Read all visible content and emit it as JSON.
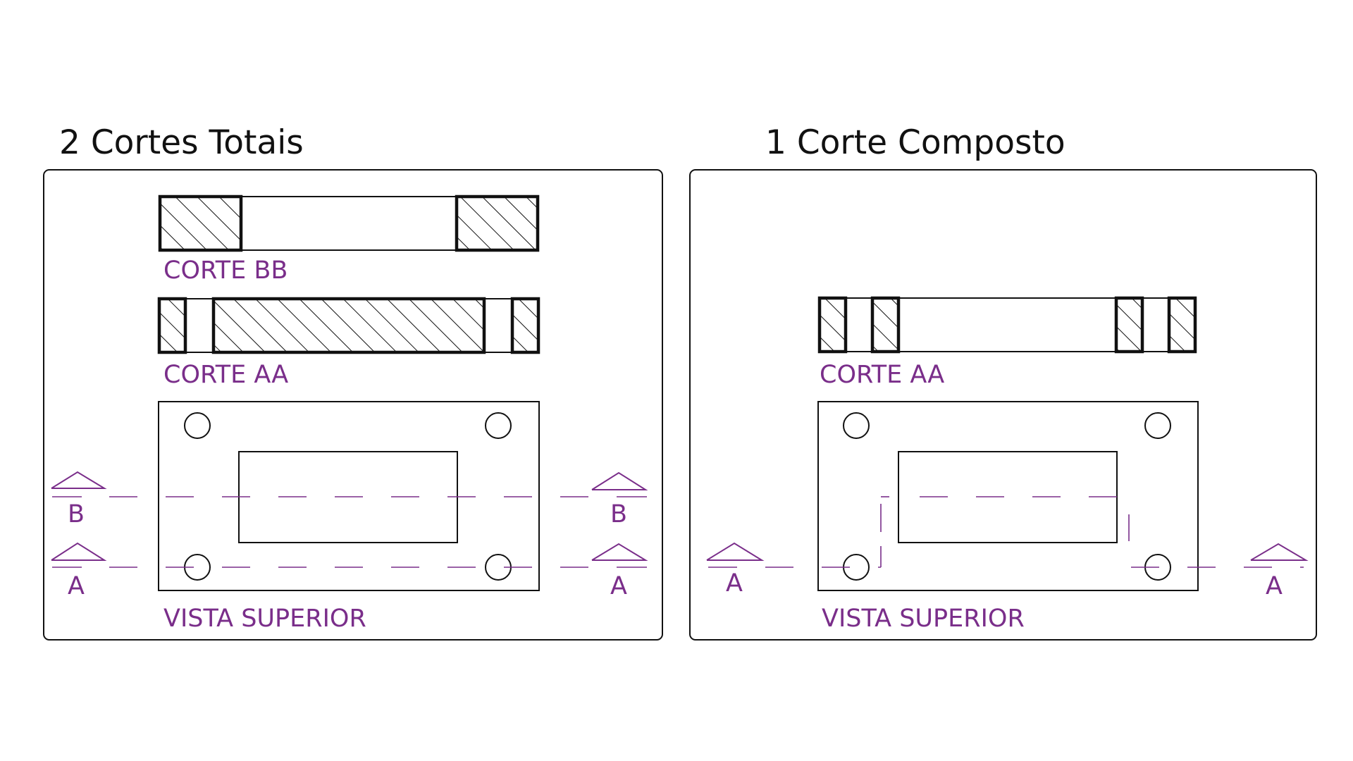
{
  "left_panel": {
    "title": "2 Cortes Totais",
    "labels": {
      "corte_bb": "CORTE BB",
      "corte_aa": "CORTE AA",
      "vista_superior": "VISTA SUPERIOR"
    },
    "cut_letters": {
      "b_left": "B",
      "b_right": "B",
      "a_left": "A",
      "a_right": "A"
    }
  },
  "right_panel": {
    "title": "1 Corte Composto",
    "labels": {
      "corte_aa": "CORTE AA",
      "vista_superior": "VISTA SUPERIOR"
    },
    "cut_letters": {
      "a_left": "A",
      "a_right": "A"
    }
  },
  "colors": {
    "line": "#111111",
    "cutting_plane": "#7a2e8a"
  }
}
